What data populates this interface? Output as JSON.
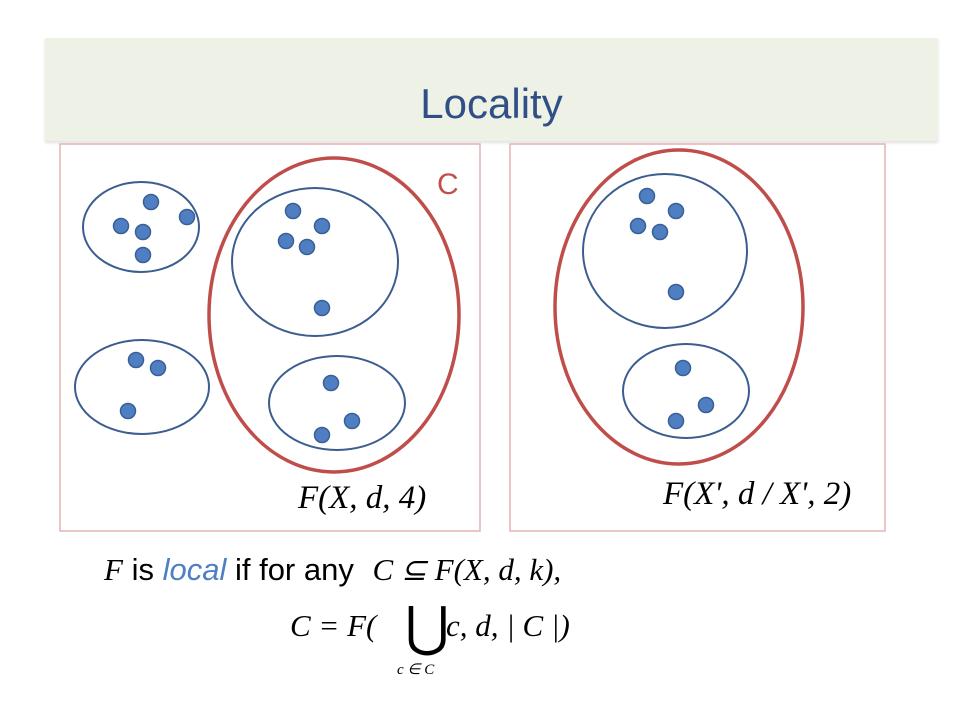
{
  "slide": {
    "title": "Locality"
  },
  "diagram": {
    "left_panel": {
      "set_label": "C",
      "label": "F(X, d, 4)"
    },
    "right_panel": {
      "label": "F(X', d / X', 2)"
    }
  },
  "statement": {
    "symbol": "F",
    "is_text": "is",
    "local_word": "local",
    "condition_text": "if for any",
    "subset_expr": "C ⊆ F(X, d, k),",
    "equation_lhs": "C = F(",
    "union_symbol": "⋃",
    "equation_rhs": "c, d, | C |)",
    "union_subscript": "c ∈ C"
  },
  "colors": {
    "title": "#2f4f86",
    "cluster_stroke": "#3c5d8f",
    "point_fill": "#4f7fc2",
    "set_outline": "#bf4e4b",
    "panel_frame": "#e6b3b3",
    "emphasis": "#4f7fc2"
  }
}
